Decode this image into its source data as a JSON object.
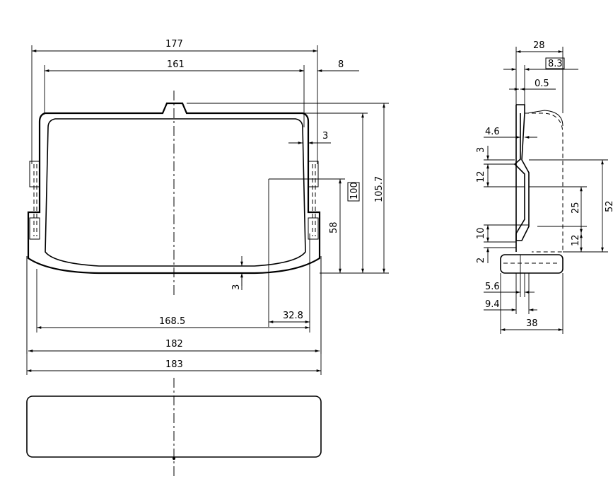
{
  "front_view": {
    "dim_177": "177",
    "dim_161": "161",
    "dim_8": "8",
    "dim_3_wall": "3",
    "dim_100": "100",
    "dim_105_7": "105.7",
    "dim_58": "58",
    "dim_3_bottom": "3",
    "dim_32_8": "32.8",
    "dim_168_5": "168.5",
    "dim_182": "182",
    "dim_183": "183"
  },
  "side_view": {
    "dim_28": "28",
    "dim_8_3": "8.3",
    "dim_0_5": "0.5",
    "dim_4_6": "4.6",
    "dim_3": "3",
    "dim_12_top": "12",
    "dim_52": "52",
    "dim_25": "25",
    "dim_10": "10",
    "dim_12_right": "12",
    "dim_2": "2",
    "dim_5_6": "5.6",
    "dim_9_4": "9.4",
    "dim_38": "38"
  }
}
